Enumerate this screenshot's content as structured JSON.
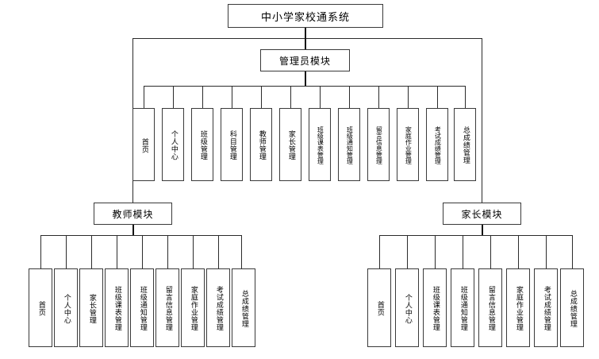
{
  "diagram": {
    "type": "org-chart",
    "title": "中小学家校通系统",
    "root": {
      "label": "中小学家校通系统"
    },
    "modules": [
      {
        "key": "admin",
        "label": "管理员模块",
        "items": [
          "首页",
          "个人中心",
          "班级管理",
          "科目管理",
          "教师管理",
          "家长管理",
          "班级课表管理",
          "班级通知管理",
          "留言信息管理",
          "家庭作业管理",
          "考试成绩管理",
          "总成绩管理"
        ]
      },
      {
        "key": "teacher",
        "label": "教师模块",
        "items": [
          "首页",
          "个人中心",
          "家长管理",
          "班级课表管理",
          "班级通知管理",
          "留言信息管理",
          "家庭作业管理",
          "考试成绩管理",
          "总成绩管理"
        ]
      },
      {
        "key": "parent",
        "label": "家长模块",
        "items": [
          "首页",
          "个人中心",
          "班级课表管理",
          "班级通知管理",
          "留言信息管理",
          "家庭作业管理",
          "考试成绩管理",
          "总成绩管理"
        ]
      }
    ],
    "colors": {
      "border": "#3a3a3a",
      "line": "#2b2b2b",
      "background": "#ffffff",
      "text": "#000000"
    }
  }
}
